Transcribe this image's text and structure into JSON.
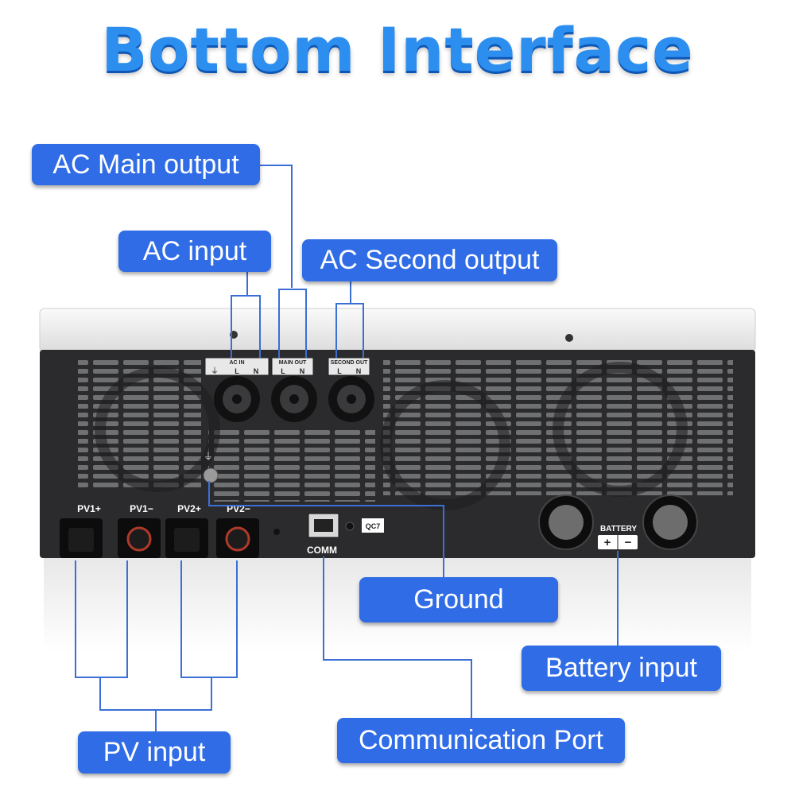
{
  "title": "Bottom Interface",
  "labels": {
    "ac_main_output": "AC Main output",
    "ac_input": "AC input",
    "ac_second_output": "AC Second output",
    "ground": "Ground",
    "battery_input": "Battery input",
    "communication_port": "Communication Port",
    "pv_input": "PV input"
  },
  "device": {
    "ac_in": "AC IN",
    "main_out": "MAIN OUT",
    "second_out": "SECOND OUT",
    "l": "L",
    "n": "N",
    "pv1_plus": "PV1+",
    "pv1_minus": "PV1−",
    "pv2_plus": "PV2+",
    "pv2_minus": "PV2−",
    "comm": "COMM",
    "qc_sticker": "QC7",
    "battery": "BATTERY",
    "plus": "+",
    "minus": "−"
  },
  "colors": {
    "title": "#2c8ff0",
    "label_bg": "#2f6ce6",
    "line": "#3b6fd6",
    "body_dark": "#2b2b2d",
    "top_white": "#f2f2f2"
  }
}
